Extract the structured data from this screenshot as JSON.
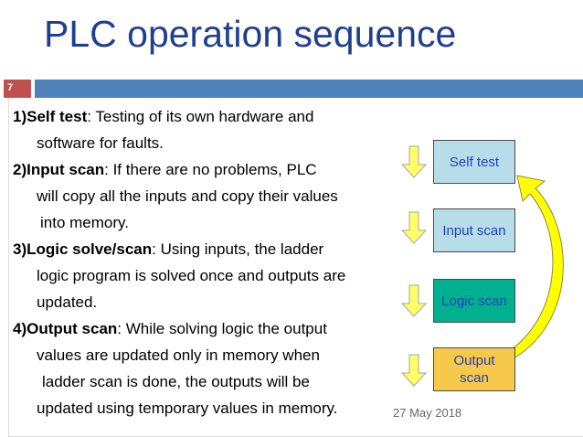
{
  "slide": {
    "title": "PLC operation sequence",
    "number": "7",
    "date": "27 May 2018"
  },
  "steps": [
    {
      "label": "1)Self test",
      "lines": [
        ": Testing of its own hardware and",
        "software for faults."
      ]
    },
    {
      "label": "2)Input scan",
      "lines": [
        ": If there are no problems, PLC",
        "will copy all the inputs and copy their values",
        "into memory."
      ]
    },
    {
      "label": "3)Logic solve/scan",
      "lines": [
        ": Using inputs, the ladder",
        "logic program is solved once and outputs are",
        "updated."
      ]
    },
    {
      "label": "4)Output scan",
      "lines": [
        ": While solving logic the output",
        "values are updated only in memory when",
        "ladder scan is done,  the outputs will be",
        "updated using temporary values in  memory."
      ]
    }
  ],
  "diagram": {
    "boxes": [
      {
        "label": "Self test",
        "color": "#b7dde8"
      },
      {
        "label": "Input scan",
        "color": "#b7dde8"
      },
      {
        "label": "Logic scan",
        "color": "#00b08f"
      },
      {
        "label": "Output scan",
        "color": "#f7c94a"
      }
    ],
    "output_line1": "Output",
    "output_line2": "scan",
    "arrow_color": "#ffff66",
    "loop_arrow_color": "#ffff00"
  }
}
